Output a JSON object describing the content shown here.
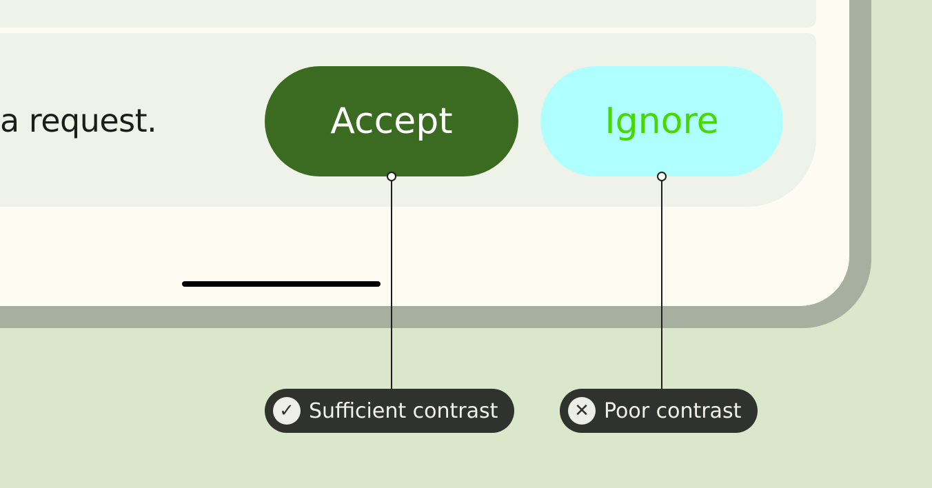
{
  "message": "a request.",
  "buttons": {
    "accept": "Accept",
    "ignore": "Ignore"
  },
  "annotations": {
    "sufficient": {
      "label": "Sufficient contrast",
      "icon": "check-icon"
    },
    "poor": {
      "label": "Poor contrast",
      "icon": "close-icon"
    }
  },
  "colors": {
    "accent_bg": "#3a6b20",
    "accent_text": "#ffffff",
    "ignore_bg": "#b0ffff",
    "ignore_text": "#48d700"
  }
}
